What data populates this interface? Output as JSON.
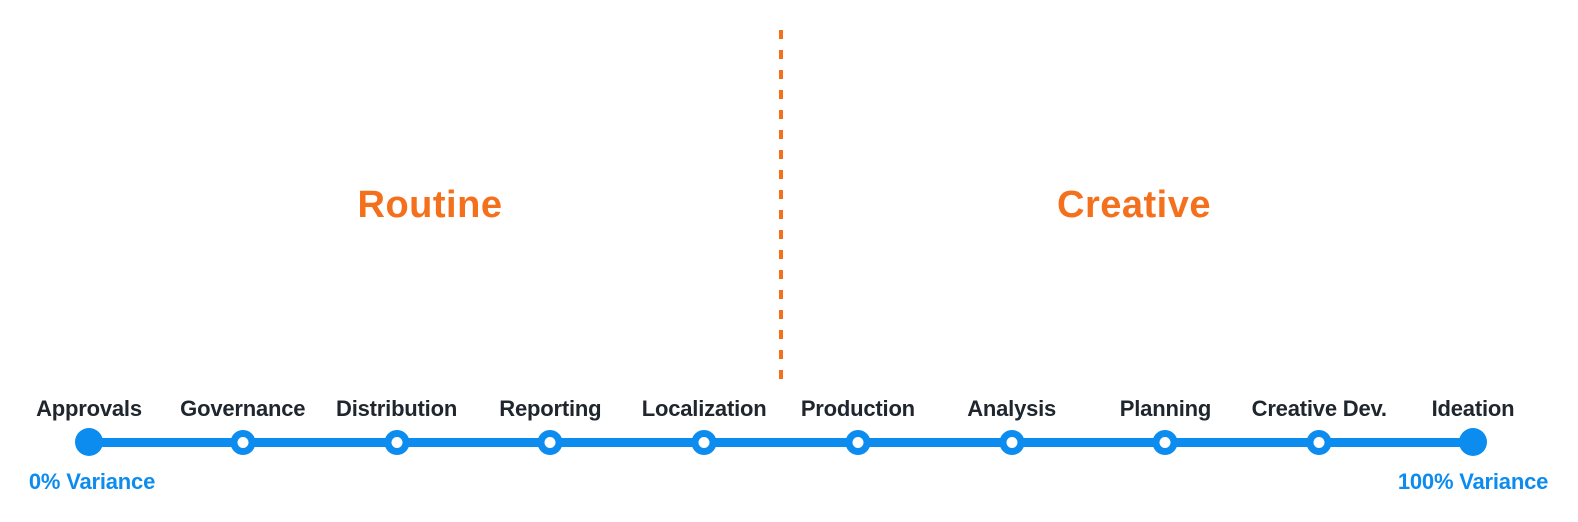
{
  "diagram": {
    "zones": {
      "left_title": "Routine",
      "right_title": "Creative"
    },
    "axis": {
      "start_caption": "0% Variance",
      "end_caption": "100% Variance"
    },
    "stages": [
      {
        "label": "Approvals",
        "marker": "filled"
      },
      {
        "label": "Governance",
        "marker": "open"
      },
      {
        "label": "Distribution",
        "marker": "open"
      },
      {
        "label": "Reporting",
        "marker": "open"
      },
      {
        "label": "Localization",
        "marker": "open"
      },
      {
        "label": "Production",
        "marker": "open"
      },
      {
        "label": "Analysis",
        "marker": "open"
      },
      {
        "label": "Planning",
        "marker": "open"
      },
      {
        "label": "Creative Dev.",
        "marker": "open"
      },
      {
        "label": "Ideation",
        "marker": "filled"
      }
    ],
    "colors": {
      "blue": "#0D8CF0",
      "orange": "#F4701D",
      "text_dark": "#20262E"
    }
  }
}
